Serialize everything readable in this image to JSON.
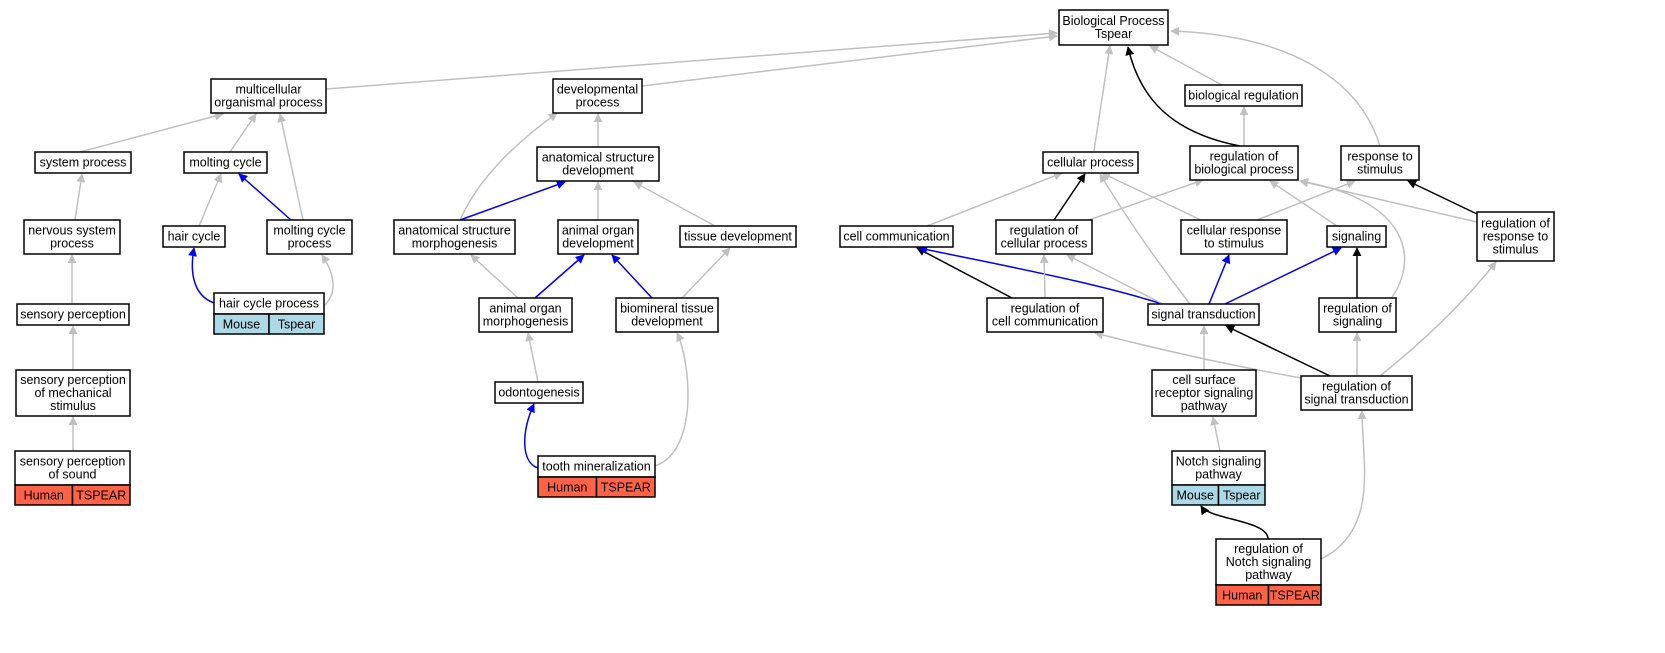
{
  "colors": {
    "is_a": "#c0c0c0",
    "part_of": "#000000",
    "regulates": "#0000ff",
    "human": "#ff6347",
    "mouse": "#add8e6"
  },
  "nodes": [
    {
      "id": "bp",
      "lines": [
        "Biological Process",
        "Tspear"
      ]
    },
    {
      "id": "mop",
      "lines": [
        "multicellular",
        "organismal process"
      ]
    },
    {
      "id": "dev",
      "lines": [
        "developmental",
        "process"
      ]
    },
    {
      "id": "breg",
      "lines": [
        "biological regulation"
      ]
    },
    {
      "id": "sysp",
      "lines": [
        "system process"
      ]
    },
    {
      "id": "molt",
      "lines": [
        "molting cycle"
      ]
    },
    {
      "id": "asd",
      "lines": [
        "anatomical structure",
        "development"
      ]
    },
    {
      "id": "cellp",
      "lines": [
        "cellular process"
      ]
    },
    {
      "id": "rbp",
      "lines": [
        "regulation of",
        "biological process"
      ]
    },
    {
      "id": "rts",
      "lines": [
        "response to",
        "stimulus"
      ]
    },
    {
      "id": "nsp",
      "lines": [
        "nervous system",
        "process"
      ]
    },
    {
      "id": "hairc",
      "lines": [
        "hair cycle"
      ]
    },
    {
      "id": "mcp",
      "lines": [
        "molting cycle",
        "process"
      ]
    },
    {
      "id": "asm",
      "lines": [
        "anatomical structure",
        "morphogenesis"
      ]
    },
    {
      "id": "aod",
      "lines": [
        "animal organ",
        "development"
      ]
    },
    {
      "id": "tisd",
      "lines": [
        "tissue development"
      ]
    },
    {
      "id": "cc",
      "lines": [
        "cell communication"
      ]
    },
    {
      "id": "rcp",
      "lines": [
        "regulation of",
        "cellular process"
      ]
    },
    {
      "id": "crs",
      "lines": [
        "cellular response",
        "to stimulus"
      ]
    },
    {
      "id": "sig",
      "lines": [
        "signaling"
      ]
    },
    {
      "id": "rrs",
      "lines": [
        "regulation of",
        "response to",
        "stimulus"
      ]
    },
    {
      "id": "hcp",
      "lines": [
        "hair cycle process"
      ],
      "tags": [
        {
          "label": "Mouse",
          "species": "mouse"
        },
        {
          "label": "Tspear",
          "species": "mouse"
        }
      ]
    },
    {
      "id": "sensp",
      "lines": [
        "sensory perception"
      ]
    },
    {
      "id": "aom",
      "lines": [
        "animal organ",
        "morphogenesis"
      ]
    },
    {
      "id": "btd",
      "lines": [
        "biomineral tissue",
        "development"
      ]
    },
    {
      "id": "rccom",
      "lines": [
        "regulation of",
        "cell communication"
      ]
    },
    {
      "id": "st",
      "lines": [
        "signal transduction"
      ]
    },
    {
      "id": "rsig",
      "lines": [
        "regulation of",
        "signaling"
      ]
    },
    {
      "id": "spms",
      "lines": [
        "sensory perception",
        "of mechanical",
        "stimulus"
      ]
    },
    {
      "id": "odon",
      "lines": [
        "odontogenesis"
      ]
    },
    {
      "id": "csr",
      "lines": [
        "cell surface",
        "receptor signaling",
        "pathway"
      ]
    },
    {
      "id": "rst",
      "lines": [
        "regulation of",
        "signal transduction"
      ]
    },
    {
      "id": "sps",
      "lines": [
        "sensory perception",
        "of sound"
      ],
      "tags": [
        {
          "label": "Human",
          "species": "human"
        },
        {
          "label": "TSPEAR",
          "species": "human"
        }
      ]
    },
    {
      "id": "tmin",
      "lines": [
        "tooth mineralization"
      ],
      "tags": [
        {
          "label": "Human",
          "species": "human"
        },
        {
          "label": "TSPEAR",
          "species": "human"
        }
      ]
    },
    {
      "id": "notch",
      "lines": [
        "Notch signaling",
        "pathway"
      ],
      "tags": [
        {
          "label": "Mouse",
          "species": "mouse"
        },
        {
          "label": "Tspear",
          "species": "mouse"
        }
      ]
    },
    {
      "id": "rnotch",
      "lines": [
        "regulation of",
        "Notch signaling",
        "pathway"
      ],
      "tags": [
        {
          "label": "Human",
          "species": "human"
        },
        {
          "label": "TSPEAR",
          "species": "human"
        }
      ]
    }
  ],
  "edges": [
    {
      "from": "mop",
      "to": "bp",
      "type": "is_a"
    },
    {
      "from": "dev",
      "to": "bp",
      "type": "is_a"
    },
    {
      "from": "breg",
      "to": "bp",
      "type": "is_a"
    },
    {
      "from": "cellp",
      "to": "bp",
      "type": "is_a"
    },
    {
      "from": "rbp",
      "to": "bp",
      "type": "part_of"
    },
    {
      "from": "rts",
      "to": "bp",
      "type": "is_a"
    },
    {
      "from": "sysp",
      "to": "mop",
      "type": "is_a"
    },
    {
      "from": "molt",
      "to": "mop",
      "type": "is_a"
    },
    {
      "from": "mcp",
      "to": "mop",
      "type": "is_a"
    },
    {
      "from": "asd",
      "to": "dev",
      "type": "is_a"
    },
    {
      "from": "asm",
      "to": "dev",
      "type": "is_a"
    },
    {
      "from": "rbp",
      "to": "breg",
      "type": "is_a"
    },
    {
      "from": "nsp",
      "to": "sysp",
      "type": "is_a"
    },
    {
      "from": "hairc",
      "to": "molt",
      "type": "is_a"
    },
    {
      "from": "mcp",
      "to": "molt",
      "type": "regulates"
    },
    {
      "from": "asm",
      "to": "asd",
      "type": "regulates"
    },
    {
      "from": "aod",
      "to": "asd",
      "type": "is_a"
    },
    {
      "from": "tisd",
      "to": "asd",
      "type": "is_a"
    },
    {
      "from": "cc",
      "to": "cellp",
      "type": "is_a"
    },
    {
      "from": "rcp",
      "to": "cellp",
      "type": "part_of"
    },
    {
      "from": "crs",
      "to": "cellp",
      "type": "is_a"
    },
    {
      "from": "st",
      "to": "cellp",
      "type": "is_a"
    },
    {
      "from": "rcp",
      "to": "rbp",
      "type": "is_a"
    },
    {
      "from": "sig",
      "to": "rbp",
      "type": "is_a"
    },
    {
      "from": "rsig",
      "to": "rbp",
      "type": "is_a"
    },
    {
      "from": "rrs",
      "to": "rbp",
      "type": "is_a"
    },
    {
      "from": "crs",
      "to": "rts",
      "type": "is_a"
    },
    {
      "from": "rrs",
      "to": "rts",
      "type": "part_of"
    },
    {
      "from": "sensp",
      "to": "nsp",
      "type": "is_a"
    },
    {
      "from": "hcp",
      "to": "hairc",
      "type": "regulates"
    },
    {
      "from": "hcp",
      "to": "mcp",
      "type": "is_a"
    },
    {
      "from": "aom",
      "to": "asm",
      "type": "is_a"
    },
    {
      "from": "aom",
      "to": "aod",
      "type": "regulates"
    },
    {
      "from": "btd",
      "to": "aod",
      "type": "regulates"
    },
    {
      "from": "btd",
      "to": "tisd",
      "type": "is_a"
    },
    {
      "from": "rccom",
      "to": "cc",
      "type": "part_of"
    },
    {
      "from": "st",
      "to": "cc",
      "type": "regulates"
    },
    {
      "from": "rccom",
      "to": "rcp",
      "type": "is_a"
    },
    {
      "from": "st",
      "to": "rcp",
      "type": "is_a"
    },
    {
      "from": "st",
      "to": "crs",
      "type": "regulates"
    },
    {
      "from": "st",
      "to": "sig",
      "type": "regulates"
    },
    {
      "from": "rsig",
      "to": "sig",
      "type": "part_of"
    },
    {
      "from": "rst",
      "to": "rrs",
      "type": "is_a"
    },
    {
      "from": "spms",
      "to": "sensp",
      "type": "is_a"
    },
    {
      "from": "odon",
      "to": "aom",
      "type": "is_a"
    },
    {
      "from": "tmin",
      "to": "btd",
      "type": "is_a"
    },
    {
      "from": "csr",
      "to": "st",
      "type": "is_a"
    },
    {
      "from": "rst",
      "to": "st",
      "type": "part_of"
    },
    {
      "from": "rst",
      "to": "rsig",
      "type": "is_a"
    },
    {
      "from": "rst",
      "to": "rccom",
      "type": "is_a"
    },
    {
      "from": "sps",
      "to": "spms",
      "type": "is_a"
    },
    {
      "from": "tmin",
      "to": "odon",
      "type": "regulates"
    },
    {
      "from": "notch",
      "to": "csr",
      "type": "is_a"
    },
    {
      "from": "rnotch",
      "to": "rst",
      "type": "is_a"
    },
    {
      "from": "rnotch",
      "to": "notch",
      "type": "part_of"
    }
  ]
}
